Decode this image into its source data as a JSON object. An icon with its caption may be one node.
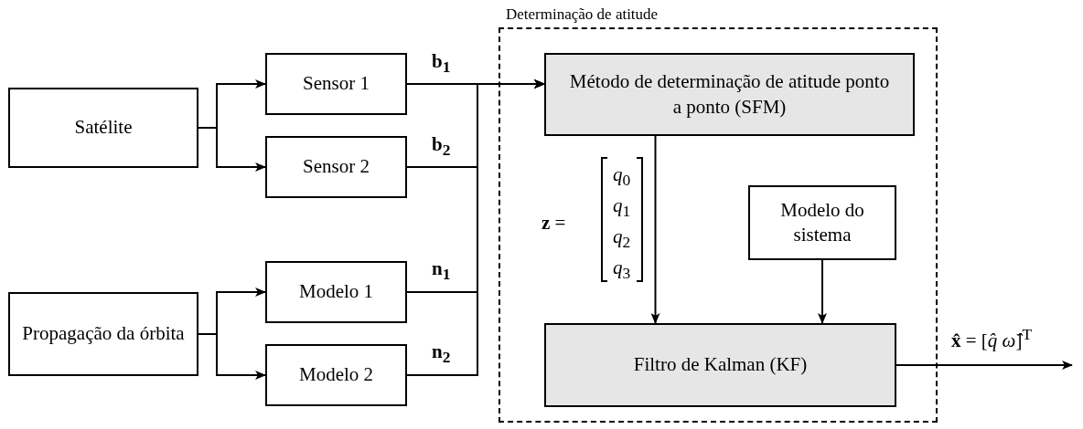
{
  "diagram": {
    "nodes": [
      {
        "text": [
          "Determinação de atitude"
        ]
      },
      {
        "text": [
          "Satélite"
        ]
      },
      {
        "text": [
          "Sensor 1"
        ]
      },
      {
        "text": [
          "Sensor 2"
        ]
      },
      {
        "text": [
          "Propagação da órbita"
        ]
      },
      {
        "text": [
          "Modelo 1"
        ]
      },
      {
        "text": [
          "Modelo 2"
        ]
      },
      {
        "text": [
          "Método de determinação de atitude ponto a ponto (SFM)"
        ],
        "in": 0
      },
      {
        "text": [
          "Modelo do sistema"
        ],
        "in": 0
      },
      {
        "text": [
          "Filtro de Kalman (KF)"
        ],
        "in": 0
      }
    ],
    "edges": [
      {
        "from": 1,
        "to": 2,
        "arrow": "to"
      },
      {
        "from": 1,
        "to": 3,
        "arrow": "to"
      },
      {
        "from": 4,
        "to": 5,
        "arrow": "to"
      },
      {
        "from": 4,
        "to": 6,
        "arrow": "to"
      },
      {
        "from": 2,
        "to": 7,
        "arrow": "to",
        "label": "b$_{1}$"
      },
      {
        "from": 3,
        "to": 7,
        "arrow": "to",
        "label": "b$_{2}$"
      },
      {
        "from": 5,
        "to": 7,
        "arrow": "to",
        "label": "n$_{1}$"
      },
      {
        "from": 6,
        "to": 7,
        "arrow": "to",
        "label": "n$_{2}$"
      },
      {
        "from": 7,
        "to": 9,
        "arrow": "to",
        "label": "**z** ="
      },
      {
        "from": 8,
        "to": 9,
        "arrow": "to"
      },
      {
        "from": 9,
        "to": null,
        "arrow": "to",
        "label": "**x̂** = [*q̂* *ω̂*]$^{T}$"
      }
    ],
    "labels": [
      "*q*$_{0}$",
      "*q*$_{1}$",
      "*q*$_{2}$",
      "*q*$_{3}$"
    ]
  }
}
